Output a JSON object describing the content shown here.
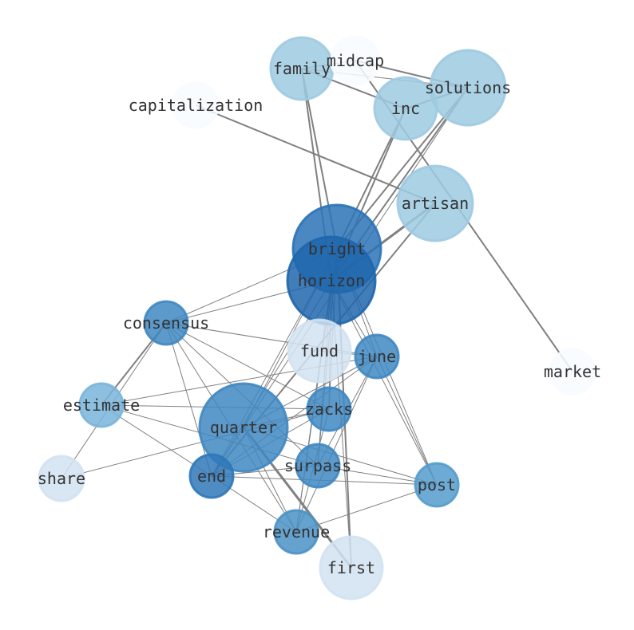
{
  "graph": {
    "nodes": [
      {
        "id": "family",
        "color": "#9ecae1"
      },
      {
        "id": "midcap",
        "color": "#f7fbff"
      },
      {
        "id": "solutions",
        "color": "#9ecae1"
      },
      {
        "id": "inc",
        "color": "#9ecae1"
      },
      {
        "id": "capitalization",
        "color": "#f7fbff"
      },
      {
        "id": "artisan",
        "color": "#9ecae1"
      },
      {
        "id": "bright",
        "color": "#2b73b6"
      },
      {
        "id": "horizon",
        "color": "#1f66ad"
      },
      {
        "id": "consensus",
        "color": "#3f88c2"
      },
      {
        "id": "fund",
        "color": "#d2e2f1"
      },
      {
        "id": "june",
        "color": "#3f88c2"
      },
      {
        "id": "market",
        "color": "#f7fbff"
      },
      {
        "id": "estimate",
        "color": "#79b5da"
      },
      {
        "id": "zacks",
        "color": "#3f88c2"
      },
      {
        "id": "quarter",
        "color": "#3f88c2"
      },
      {
        "id": "share",
        "color": "#d2e2f1"
      },
      {
        "id": "end",
        "color": "#2f78b8"
      },
      {
        "id": "surpass",
        "color": "#3f88c2"
      },
      {
        "id": "post",
        "color": "#549ccc"
      },
      {
        "id": "revenue",
        "color": "#4a92c6"
      },
      {
        "id": "first",
        "color": "#d2e2f1"
      }
    ],
    "edges": [
      [
        "family",
        "midcap",
        1
      ],
      [
        "family",
        "solutions",
        1
      ],
      [
        "midcap",
        "solutions",
        2
      ],
      [
        "family",
        "inc",
        2
      ],
      [
        "inc",
        "solutions",
        2
      ],
      [
        "midcap",
        "market",
        2
      ],
      [
        "capitalization",
        "artisan",
        2
      ],
      [
        "family",
        "bright",
        2
      ],
      [
        "family",
        "horizon",
        2
      ],
      [
        "inc",
        "bright",
        2
      ],
      [
        "inc",
        "horizon",
        2
      ],
      [
        "solutions",
        "bright",
        2
      ],
      [
        "solutions",
        "horizon",
        2
      ],
      [
        "artisan",
        "horizon",
        3
      ],
      [
        "artisan",
        "end",
        2
      ],
      [
        "solutions",
        "end",
        1
      ],
      [
        "consensus",
        "bright",
        1
      ],
      [
        "consensus",
        "horizon",
        1
      ],
      [
        "consensus",
        "june",
        1
      ],
      [
        "consensus",
        "estimate",
        2
      ],
      [
        "consensus",
        "share",
        1
      ],
      [
        "consensus",
        "end",
        1
      ],
      [
        "consensus",
        "zacks",
        1
      ],
      [
        "consensus",
        "surpass",
        1
      ],
      [
        "consensus",
        "revenue",
        1
      ],
      [
        "estimate",
        "zacks",
        1
      ],
      [
        "estimate",
        "june",
        1
      ],
      [
        "estimate",
        "surpass",
        1
      ],
      [
        "estimate",
        "end",
        1
      ],
      [
        "share",
        "zacks",
        1
      ],
      [
        "quarter",
        "first",
        3
      ],
      [
        "quarter",
        "post",
        1
      ],
      [
        "quarter",
        "zacks",
        1
      ],
      [
        "quarter",
        "june",
        1
      ],
      [
        "quarter",
        "bright",
        1
      ],
      [
        "quarter",
        "revenue",
        1
      ],
      [
        "end",
        "zacks",
        1
      ],
      [
        "end",
        "june",
        1
      ],
      [
        "end",
        "post",
        1
      ],
      [
        "end",
        "surpass",
        1
      ],
      [
        "end",
        "revenue",
        1
      ],
      [
        "end",
        "horizon",
        1
      ],
      [
        "end",
        "bright",
        1
      ],
      [
        "revenue",
        "post",
        1
      ],
      [
        "revenue",
        "june",
        1
      ],
      [
        "revenue",
        "zacks",
        1
      ],
      [
        "revenue",
        "bright",
        1
      ],
      [
        "revenue",
        "horizon",
        1
      ],
      [
        "surpass",
        "june",
        1
      ],
      [
        "surpass",
        "bright",
        1
      ],
      [
        "surpass",
        "horizon",
        1
      ],
      [
        "surpass",
        "post",
        1
      ],
      [
        "first",
        "bright",
        2
      ],
      [
        "first",
        "horizon",
        1
      ],
      [
        "post",
        "bright",
        1
      ],
      [
        "post",
        "horizon",
        1
      ],
      [
        "post",
        "june",
        1
      ],
      [
        "june",
        "bright",
        1
      ],
      [
        "june",
        "horizon",
        1
      ],
      [
        "zacks",
        "bright",
        1
      ],
      [
        "zacks",
        "horizon",
        1
      ],
      [
        "fund",
        "june",
        1
      ]
    ]
  }
}
